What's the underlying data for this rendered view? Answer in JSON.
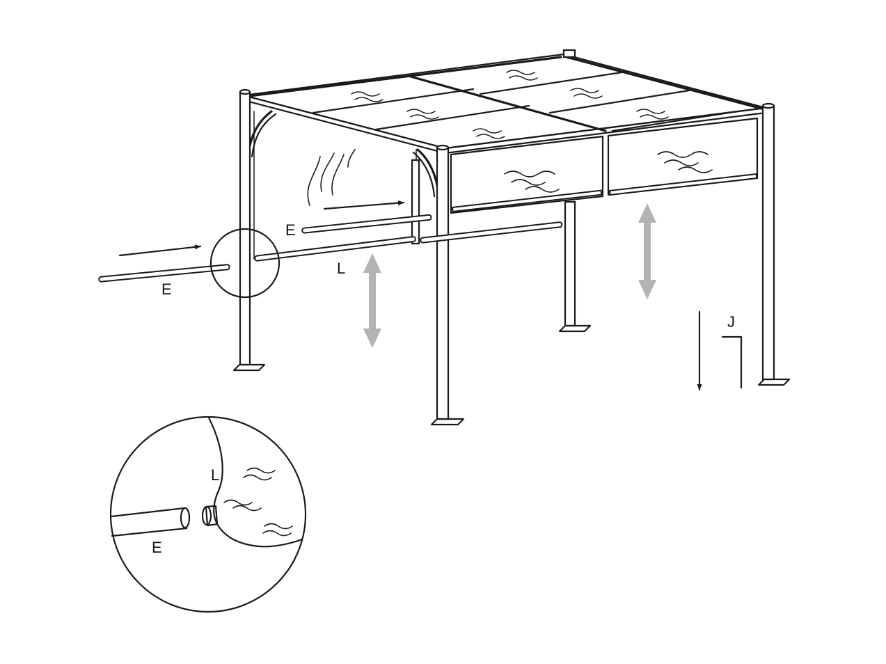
{
  "labels": {
    "bar_left": "E",
    "bar_middle": "E",
    "curtain_edge": "L",
    "hook": "J",
    "detail_curtain": "L",
    "detail_bar": "E"
  },
  "colors": {
    "line": "#1a1a1a",
    "background": "#ffffff",
    "double_arrow": "#b3b3b3"
  }
}
